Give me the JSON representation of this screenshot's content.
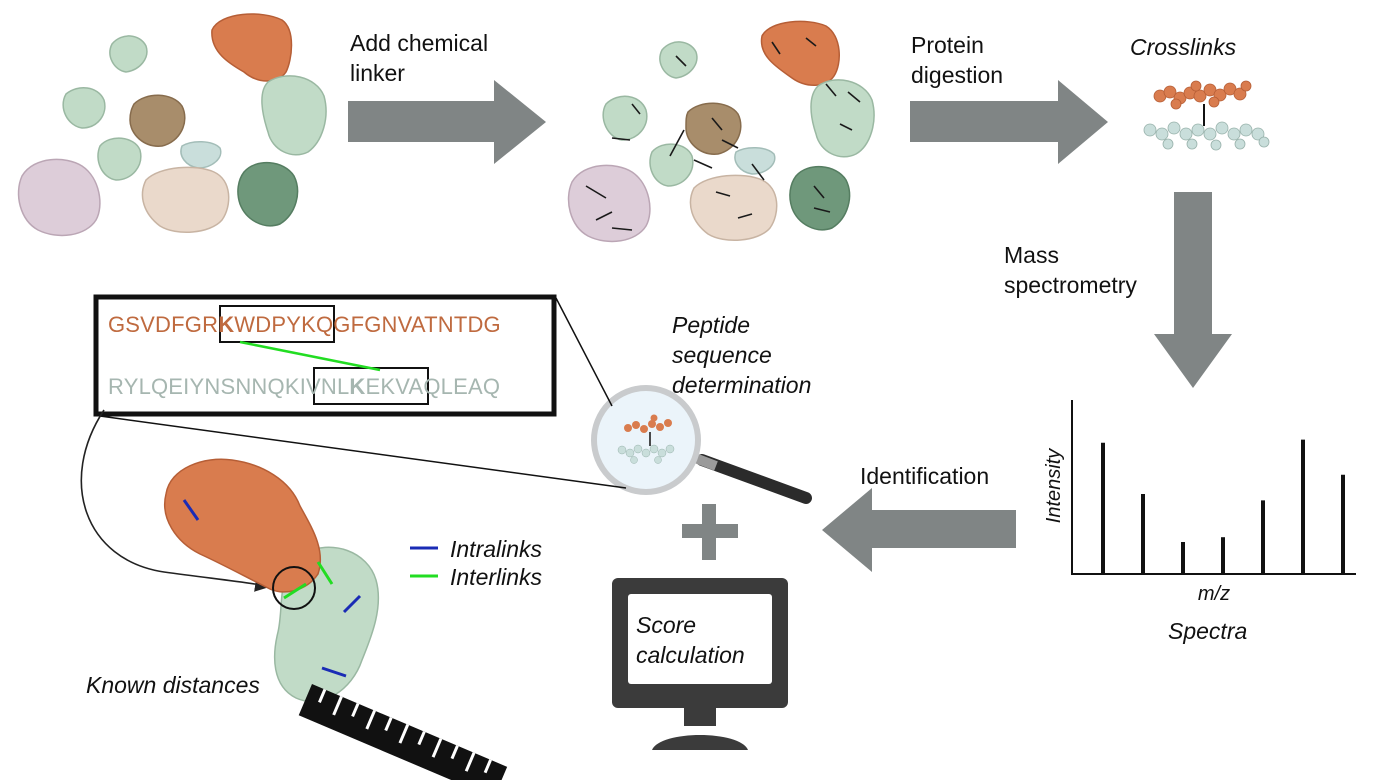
{
  "steps": {
    "add_linker_label": "Add chemical linker",
    "digestion_label": "Protein digestion",
    "crosslinks_label": "Crosslinks",
    "mass_spec_label": "Mass spectrometry",
    "identification_label": "Identification",
    "peptide_label": "Peptide sequence determination",
    "score_label": "Score calculation",
    "known_distances_label": "Known distances",
    "spectra_label": "Spectra"
  },
  "sequences": {
    "peptide_a": {
      "before": "GSVDFGR",
      "k": "K",
      "after": "WDPYKQGFGNVATNTDG",
      "color": "#bf6a3f"
    },
    "peptide_b": {
      "before": "RYLQEIYNSNNQKIVNL",
      "k": "K",
      "after": "EKVAQLEAQ",
      "color": "#a6b6b0"
    }
  },
  "legend": {
    "intralinks": "Intralinks",
    "interlinks": "Interlinks",
    "intralink_color": "#1a2bb5",
    "interlink_color": "#22dd22"
  },
  "spectrum": {
    "y_axis": "Intensity",
    "x_axis": "m/z",
    "peaks": [
      0.82,
      0.5,
      0.2,
      0.23,
      0.46,
      0.84,
      0.62
    ]
  },
  "colors": {
    "arrow": "#808585",
    "orange_protein": "#d97c4e",
    "green_protein": "#c1dbc7",
    "tan_protein": "#a88d6b",
    "lilac_protein": "#ddcdd9",
    "beige_protein": "#ead9cb",
    "teal_protein": "#c9dedb",
    "dark_green_protein": "#6f987b"
  },
  "icons": [
    "magnifier-icon",
    "computer-monitor-icon",
    "plus-icon",
    "ruler-icon"
  ]
}
